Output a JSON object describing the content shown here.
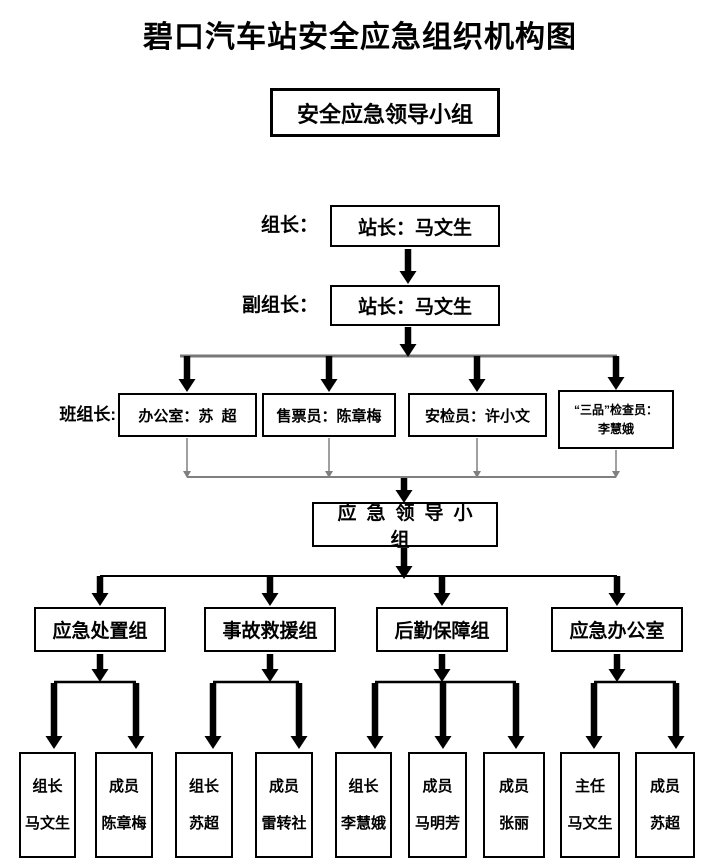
{
  "title": "碧口汽车站安全应急组织机构图",
  "top_box": {
    "label": "安全应急领导小组"
  },
  "leader_row": {
    "label": "组长：",
    "box": "站长：马文生"
  },
  "deputy_row": {
    "label": "副组长：",
    "box": "站长：马文生"
  },
  "team_row": {
    "label": "班组长:",
    "boxes": [
      {
        "label": "办公室：苏  超"
      },
      {
        "label": "售票员：陈章梅"
      },
      {
        "label": "安检员：许小文"
      },
      {
        "label_line1": "“三品”检查员：",
        "label_line2": "李慧娥"
      }
    ]
  },
  "middle_box": {
    "label": "应急领导小组"
  },
  "groups": [
    {
      "name": "应急处置组",
      "members": [
        {
          "role": "组长",
          "name": "马文生"
        },
        {
          "role": "成员",
          "name": "陈章梅"
        }
      ]
    },
    {
      "name": "事故救援组",
      "members": [
        {
          "role": "组长",
          "name": "苏超"
        },
        {
          "role": "成员",
          "name": "雷转社"
        }
      ]
    },
    {
      "name": "后勤保障组",
      "members": [
        {
          "role": "组长",
          "name": "李慧娥"
        },
        {
          "role": "成员",
          "name": "马明芳"
        },
        {
          "role": "成员",
          "name": "张丽"
        }
      ]
    },
    {
      "name": "应急办公室",
      "members": [
        {
          "role": "主任",
          "name": "马文生"
        },
        {
          "role": "成员",
          "name": "苏超"
        }
      ]
    }
  ],
  "colors": {
    "black": "#000000",
    "line_gray": "#808080",
    "line_mid": "#777777"
  }
}
